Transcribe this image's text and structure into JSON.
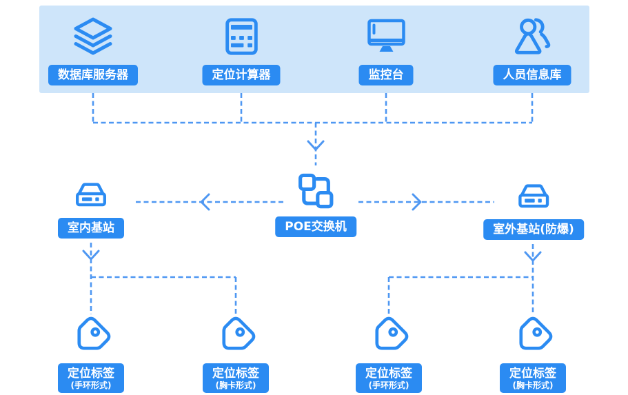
{
  "colors": {
    "accent": "#2b8bf2",
    "banner_bg": "#cee5fa",
    "connector": "#4e97f2",
    "button_text": "#ffffff",
    "page_bg": "#ffffff"
  },
  "top_row": {
    "items": [
      {
        "label": "数据库服务器",
        "icon": "layers-stack-icon"
      },
      {
        "label": "定位计算器",
        "icon": "calculator-icon"
      },
      {
        "label": "监控台",
        "icon": "monitor-icon"
      },
      {
        "label": "人员信息库",
        "icon": "people-icon"
      }
    ]
  },
  "middle_row": {
    "indoor_station": {
      "label": "室内基站",
      "icon": "base-station-icon"
    },
    "poe_switch": {
      "label": "POE交换机",
      "icon": "switch-link-icon"
    },
    "outdoor_station": {
      "label": "室外基站(防爆)",
      "icon": "base-station-icon"
    }
  },
  "bottom_row": {
    "tags": [
      {
        "label": "定位标签",
        "sublabel": "(手环形式)",
        "icon": "tag-icon"
      },
      {
        "label": "定位标签",
        "sublabel": "(胸卡形式)",
        "icon": "tag-icon"
      },
      {
        "label": "定位标签",
        "sublabel": "(手环形式)",
        "icon": "tag-icon"
      },
      {
        "label": "定位标签",
        "sublabel": "(胸卡形式)",
        "icon": "tag-icon"
      }
    ]
  }
}
